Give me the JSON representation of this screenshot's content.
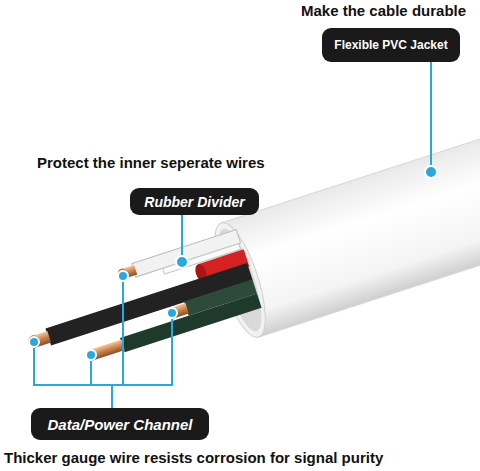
{
  "diagram": {
    "nodes": [
      {
        "text": [
          "Flexible PVC Jacket"
        ]
      },
      {
        "text": [
          "Rubber Divider"
        ]
      },
      {
        "text": [
          "Data/Power Channel"
        ]
      }
    ],
    "labels": [
      "Make the cable durable",
      "Protect the inner seperate wires",
      "Thicker gauge wire resists corrosion for signal purity"
    ]
  }
}
